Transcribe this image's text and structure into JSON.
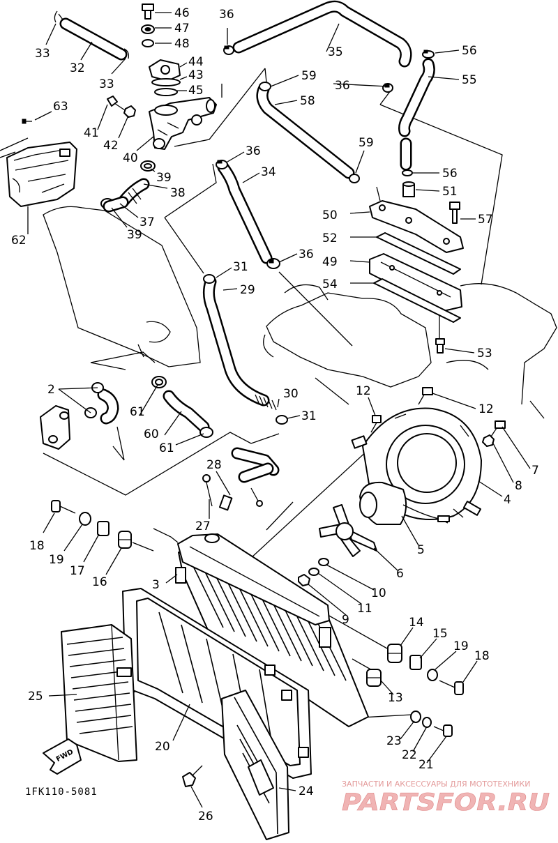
{
  "diagram": {
    "code": "1FK110-5081",
    "fwd_label": "FWD"
  },
  "callouts": [
    "46",
    "47",
    "48",
    "44",
    "43",
    "45",
    "36",
    "35",
    "33",
    "32",
    "33",
    "63",
    "41",
    "42",
    "40",
    "39",
    "38",
    "37",
    "39",
    "62",
    "59",
    "58",
    "36",
    "56",
    "55",
    "36",
    "34",
    "59",
    "56",
    "51",
    "50",
    "57",
    "52",
    "36",
    "49",
    "31",
    "29",
    "54",
    "53",
    "2",
    "12",
    "12",
    "61",
    "30",
    "31",
    "60",
    "61",
    "7",
    "28",
    "8",
    "4",
    "27",
    "5",
    "18",
    "19",
    "17",
    "16",
    "6",
    "3",
    "10",
    "11",
    "9",
    "14",
    "15",
    "19",
    "18",
    "13",
    "25",
    "20",
    "23",
    "22",
    "21",
    "24",
    "26"
  ],
  "watermark": {
    "tagline": "ЗАПЧАСТИ И АКСЕССУАРЫ ДЛЯ МОТОТЕХНИКИ",
    "logo": "PARTSFOR.RU"
  },
  "colors": {
    "ink": "#000000",
    "watermark": "#e39a9a"
  }
}
